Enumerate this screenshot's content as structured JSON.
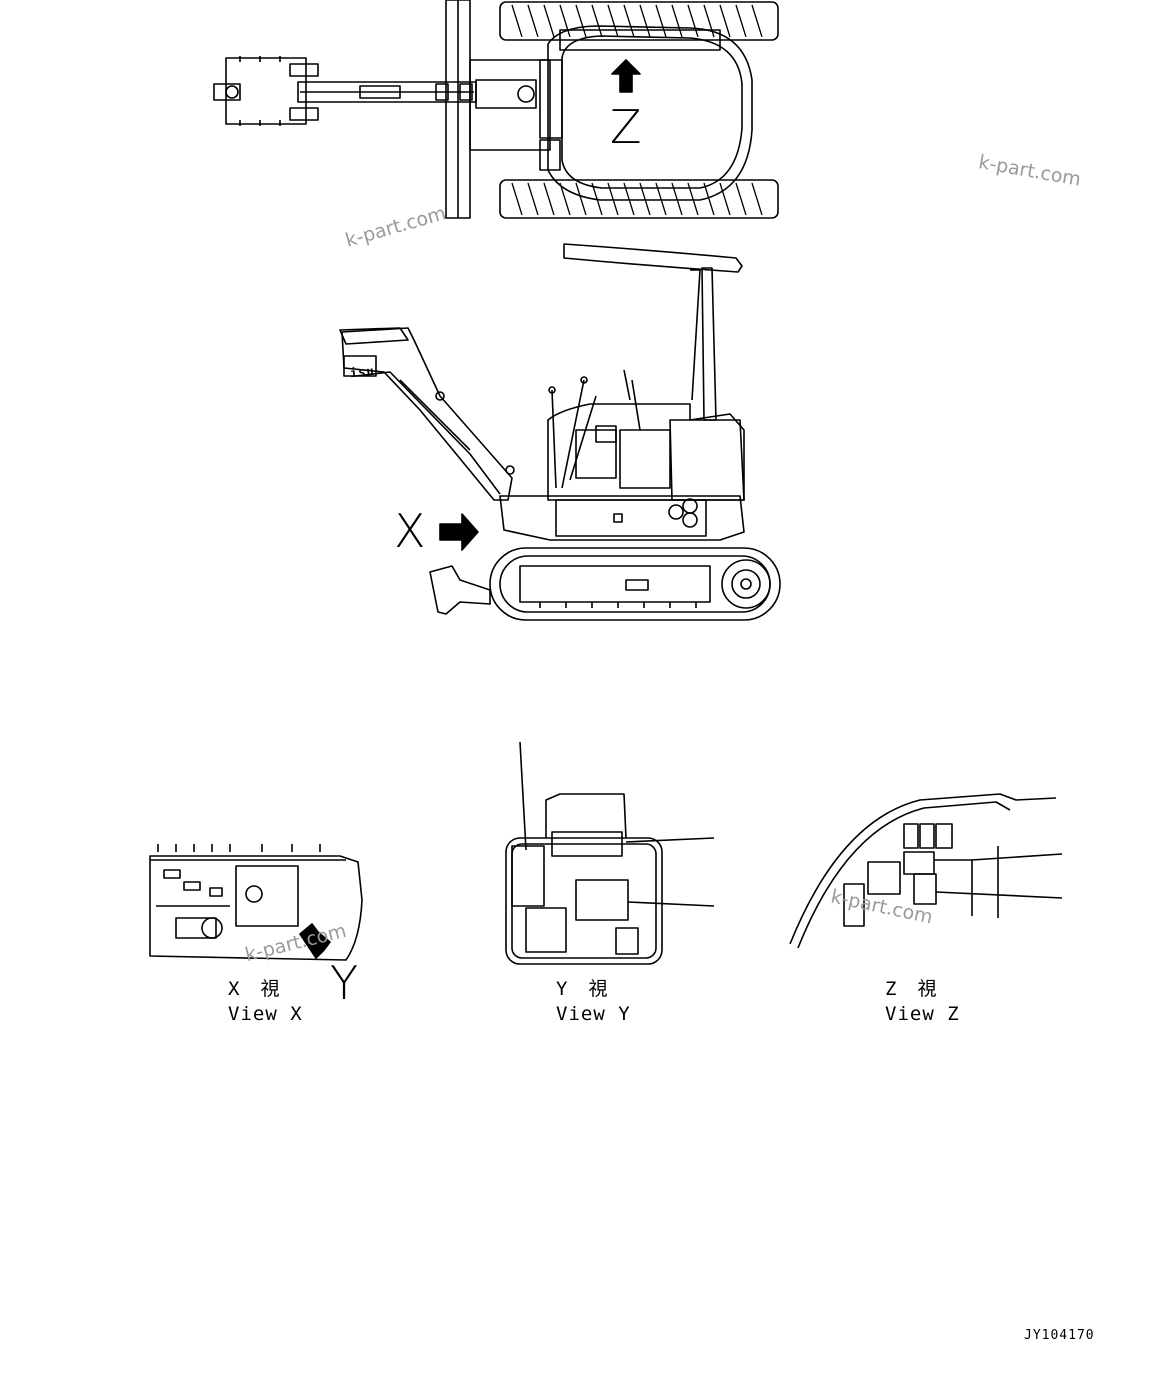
{
  "markers": {
    "x": "X",
    "y": "Y",
    "z": "Z"
  },
  "views": [
    {
      "jp": "X　視",
      "en": "View X"
    },
    {
      "jp": "Y　視",
      "en": "View Y"
    },
    {
      "jp": "Z　視",
      "en": "View Z"
    }
  ],
  "machine_brand": "isu",
  "watermark": "k-part.com",
  "drawing_code": "JY104170"
}
